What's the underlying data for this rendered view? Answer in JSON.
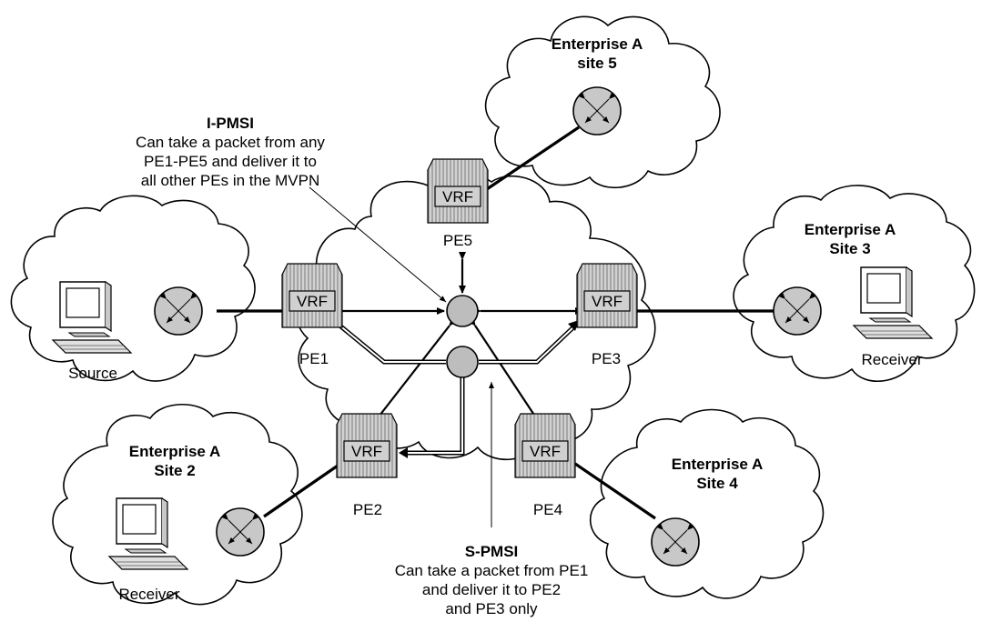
{
  "colors": {
    "device": "#c8c8c8",
    "vrf_box": "#d0d0d0",
    "tree_node": "#bdbdbd",
    "line": "#000000",
    "background": "#ffffff"
  },
  "icons": {
    "router": "router-icon",
    "computer": "computer-icon",
    "pe_router": "pe-router-icon"
  },
  "vrf_label": "VRF",
  "pe": {
    "pe1": "PE1",
    "pe2": "PE2",
    "pe3": "PE3",
    "pe4": "PE4",
    "pe5": "PE5"
  },
  "sites": {
    "site5": {
      "line1": "Enterprise A",
      "line2": "site 5"
    },
    "site3": {
      "line1": "Enterprise A",
      "line2": "Site 3"
    },
    "site2": {
      "line1": "Enterprise A",
      "line2": "Site 2"
    },
    "site4": {
      "line1": "Enterprise A",
      "line2": "Site 4"
    }
  },
  "hosts": {
    "source": "Source",
    "receiver3": "Receiver",
    "receiver2": "Receiver"
  },
  "ipmsi": {
    "title": "I-PMSI",
    "lines": [
      "Can take a packet from any",
      "PE1-PE5 and deliver it to",
      "all other PEs in the MVPN"
    ]
  },
  "spmsi": {
    "title": "S-PMSI",
    "lines": [
      "Can take a packet from PE1",
      "and deliver it to PE2",
      "and PE3 only"
    ]
  }
}
